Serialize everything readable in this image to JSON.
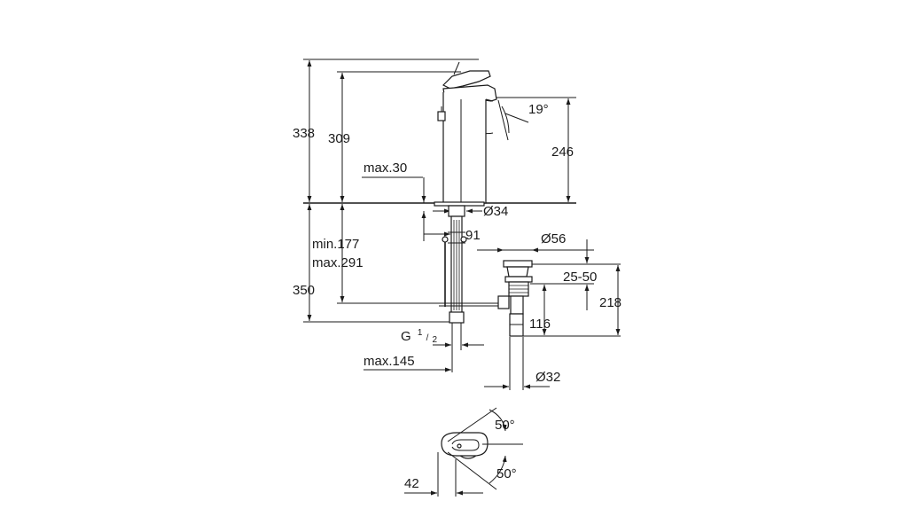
{
  "labels": {
    "h338": "338",
    "h309": "309",
    "angle19": "19°",
    "h246": "246",
    "max30": "max.30",
    "d34": "Ø34",
    "d91": "91",
    "d56": "Ø56",
    "min177": "min.177",
    "max291": "max.291",
    "r2550": "25-50",
    "h218": "218",
    "h350": "350",
    "h116": "116",
    "g_main": "G",
    "g_num": "1",
    "g_den": "2",
    "max145": "max.145",
    "d32": "Ø32",
    "angle50_top": "50°",
    "angle50_bottom": "50°",
    "d42": "42"
  },
  "colors": {
    "line": "#1a1a1a",
    "background": "#ffffff"
  }
}
